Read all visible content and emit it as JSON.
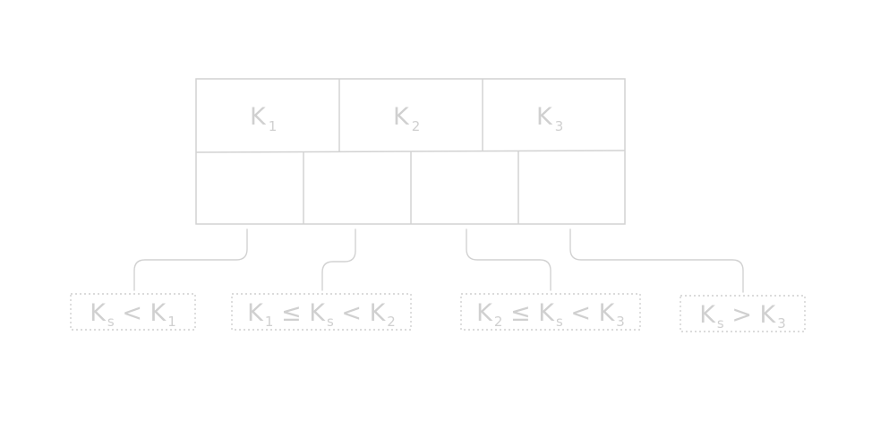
{
  "node": {
    "keys": [
      {
        "main": "K",
        "sub": "1"
      },
      {
        "main": "K",
        "sub": "2"
      },
      {
        "main": "K",
        "sub": "3"
      }
    ]
  },
  "ranges": [
    {
      "parts": [
        {
          "main": "K",
          "sub": "s"
        },
        {
          "main": " < "
        },
        {
          "main": "K",
          "sub": "1"
        }
      ]
    },
    {
      "parts": [
        {
          "main": "K",
          "sub": "1"
        },
        {
          "main": " ≤ "
        },
        {
          "main": "K",
          "sub": "s"
        },
        {
          "main": " < "
        },
        {
          "main": "K",
          "sub": "2"
        }
      ]
    },
    {
      "parts": [
        {
          "main": "K",
          "sub": "2"
        },
        {
          "main": " ≤ "
        },
        {
          "main": "K",
          "sub": "s"
        },
        {
          "main": " < "
        },
        {
          "main": "K",
          "sub": "3"
        }
      ]
    },
    {
      "parts": [
        {
          "main": "K",
          "sub": "s"
        },
        {
          "main": " > "
        },
        {
          "main": "K",
          "sub": "3"
        }
      ]
    }
  ]
}
